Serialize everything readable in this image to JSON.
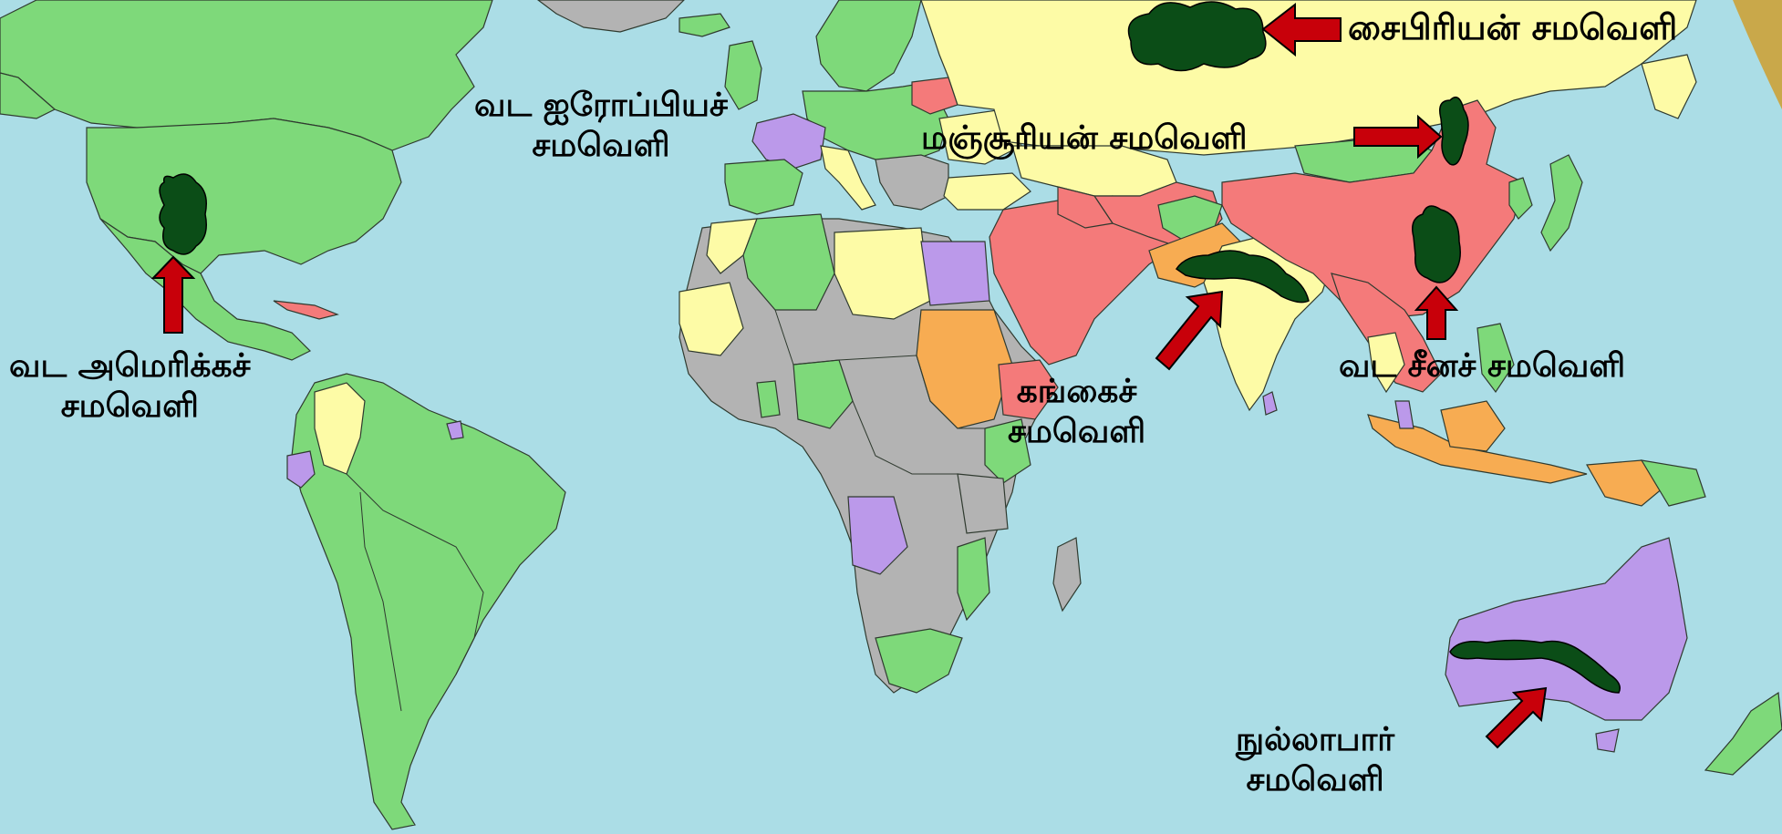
{
  "map": {
    "colors": {
      "ocean": "#abdde6",
      "green": "#7ed97a",
      "yellow": "#fdfba6",
      "red": "#f47a7a",
      "purple": "#bb99ea",
      "orange": "#f7ac52",
      "gray": "#b3b3b3",
      "border": "#2f3a2f",
      "plain_blob": "#0b4d17",
      "arrow_fill": "#c8000a",
      "arrow_outline": "#000000",
      "corner_gold": "#c9a84a"
    },
    "labels": {
      "siberian": "சைபிரியன் சமவெளி",
      "north_european_line1": "வட ஐரோப்பியச்",
      "north_european_line2": "சமவெளி",
      "manchurian": "மஞ்சூரியன் சமவெளி",
      "north_american_line1": "வட அமெரிக்கச்",
      "north_american_line2": "சமவெளி",
      "gangetic_line1": "கங்கைச்",
      "gangetic_line2": "சமவெளி",
      "north_china": "வட சீனச் சமவெளி",
      "nullarbor_line1": "நுல்லாபார்",
      "nullarbor_line2": "சமவெளி"
    }
  }
}
